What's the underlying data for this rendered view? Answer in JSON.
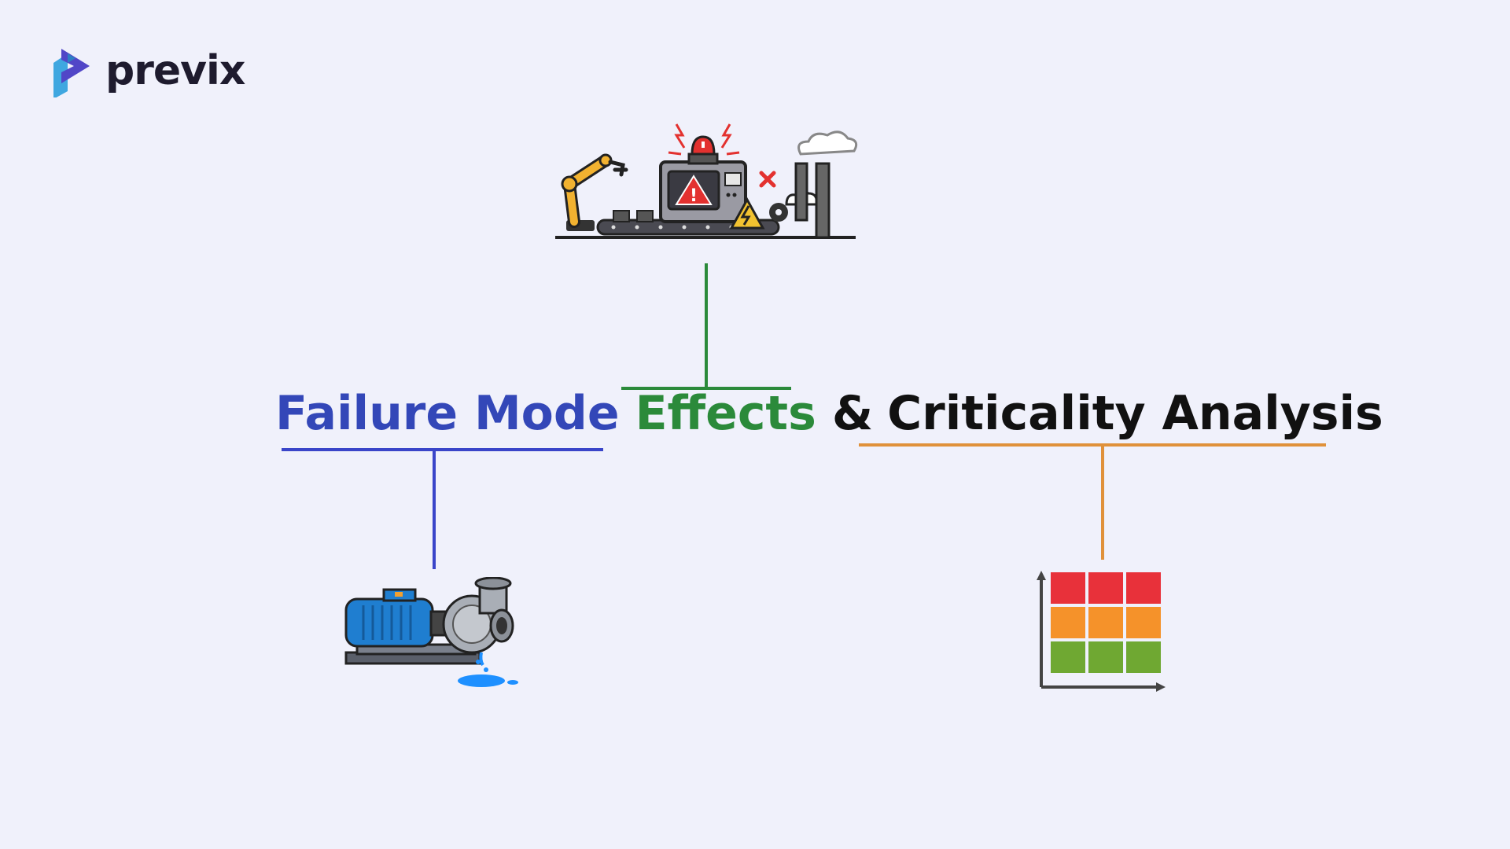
{
  "brand": {
    "name": "previx"
  },
  "title": {
    "failure_mode": "Failure Mode",
    "effects": "Effects",
    "ampersand": "&",
    "criticality_analysis": "Criticality Analysis"
  },
  "colors": {
    "failure_mode": "#3347b8",
    "effects": "#2b8a3a",
    "criticality": "#e0913a",
    "background": "#f0f1fb"
  },
  "illustrations": {
    "top": "factory-failure-icon",
    "left": "leaking-pump-icon",
    "right": "risk-matrix-icon"
  }
}
